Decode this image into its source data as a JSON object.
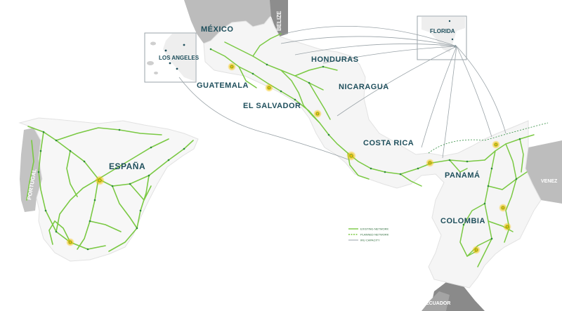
{
  "map": {
    "countries": {
      "mexico": "MÉXICO",
      "belize": "BELIZE",
      "guatemala": "GUATEMALA",
      "honduras": "HONDURAS",
      "el_salvador": "EL SALVADOR",
      "nicaragua": "NICARAGUA",
      "costa_rica": "COSTA RICA",
      "panama": "PANAMÁ",
      "colombia": "COLOMBIA",
      "espana": "ESPAÑA",
      "portugal": "PORTUGAL",
      "venezuela": "VENEZ",
      "ecuador": "ECUADOR"
    },
    "insets": {
      "los_angeles": "LOS ANGELES",
      "florida": "FLORIDA"
    },
    "legend": [
      "EXISTING NETWORK",
      "PLANNED NETWORK",
      "IRU CAPACITY"
    ],
    "colors": {
      "network": "#7ac943",
      "network_dark": "#2e8b3d",
      "land_grey": "#bdbdbd",
      "land_dark": "#8f8f8f",
      "land_light": "#f4f4f4",
      "label": "#1f4f5c",
      "node": "#f2c200",
      "link": "#9aa3a8"
    }
  }
}
